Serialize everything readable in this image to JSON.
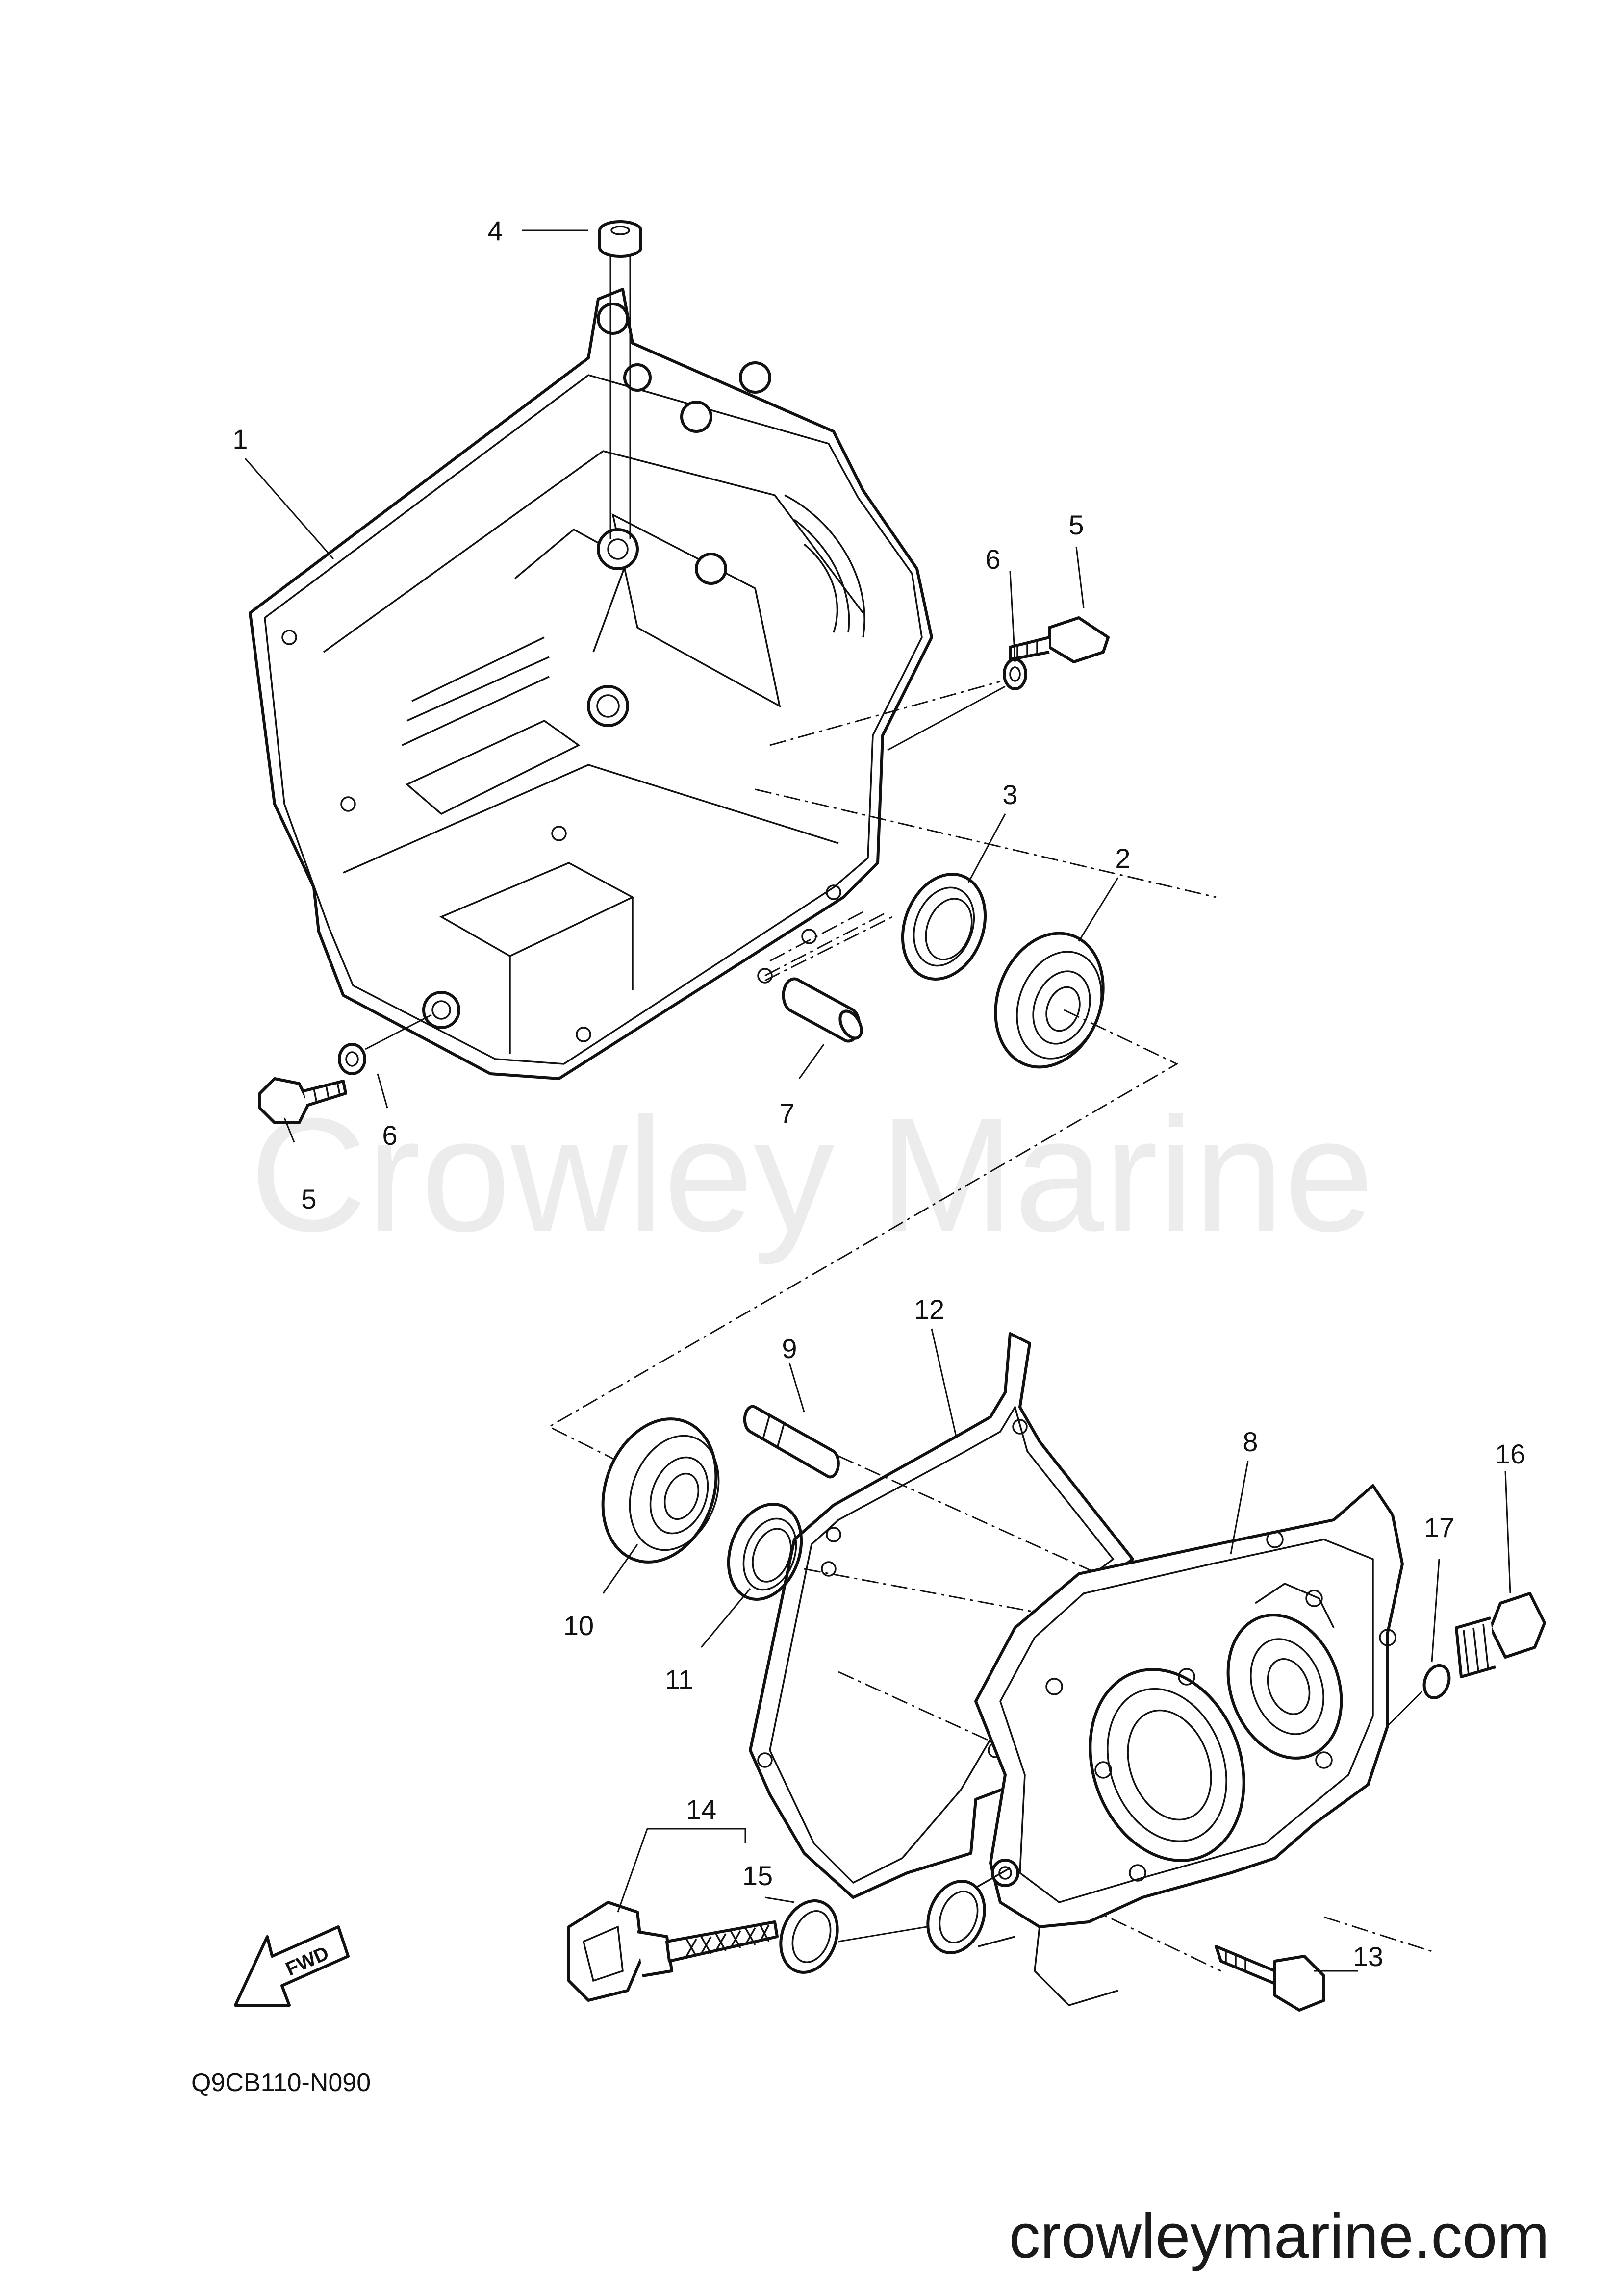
{
  "diagram": {
    "code": "Q9CB110-N090",
    "fwd_label": "FWD",
    "watermark": "Crowley Marine",
    "site": "crowleymarine.com"
  },
  "callouts": [
    {
      "id": "c1",
      "text": "1"
    },
    {
      "id": "c2",
      "text": "2"
    },
    {
      "id": "c3",
      "text": "3"
    },
    {
      "id": "c4",
      "text": "4"
    },
    {
      "id": "c5a",
      "text": "5"
    },
    {
      "id": "c5b",
      "text": "5"
    },
    {
      "id": "c6a",
      "text": "6"
    },
    {
      "id": "c6b",
      "text": "6"
    },
    {
      "id": "c7",
      "text": "7"
    },
    {
      "id": "c8",
      "text": "8"
    },
    {
      "id": "c9",
      "text": "9"
    },
    {
      "id": "c10",
      "text": "10"
    },
    {
      "id": "c11",
      "text": "11"
    },
    {
      "id": "c12",
      "text": "12"
    },
    {
      "id": "c13",
      "text": "13"
    },
    {
      "id": "c14",
      "text": "14"
    },
    {
      "id": "c15",
      "text": "15"
    },
    {
      "id": "c16",
      "text": "16"
    },
    {
      "id": "c17",
      "text": "17"
    }
  ]
}
